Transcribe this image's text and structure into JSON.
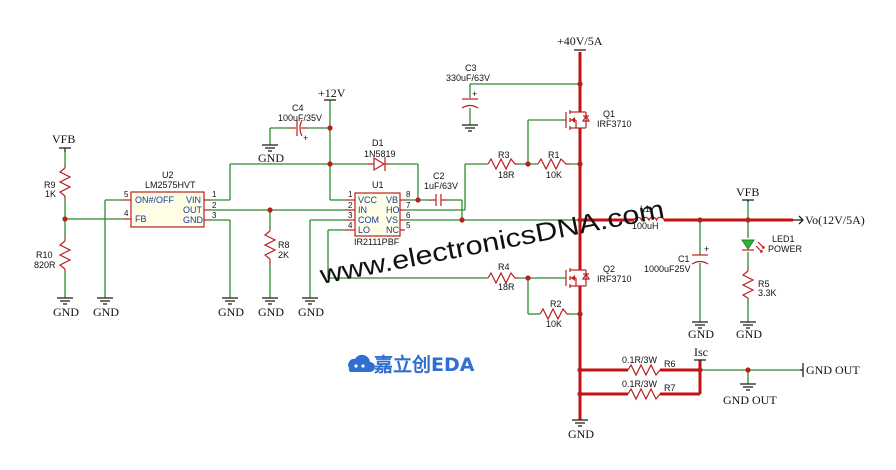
{
  "nets": {
    "vcc40": "+40V/5A",
    "vcc12": "+12V",
    "vfb": "VFB",
    "vfb2": "VFB",
    "vout": "Vo(12V/5A)",
    "isc": "Isc",
    "gnd": "GND",
    "gnd_out": "GND OUT",
    "gnd_out2": "GND OUT"
  },
  "components": {
    "c3": {
      "ref": "C3",
      "value": "330uF/63V"
    },
    "c4": {
      "ref": "C4",
      "value": "100uF/35V"
    },
    "c2": {
      "ref": "C2",
      "value": "1uF/63V"
    },
    "c1": {
      "ref": "C1",
      "value": "1000uF25V"
    },
    "d1": {
      "ref": "D1",
      "value": "1N5819"
    },
    "q1": {
      "ref": "Q1",
      "value": "IRF3710"
    },
    "q2": {
      "ref": "Q2",
      "value": "IRF3710"
    },
    "r1": {
      "ref": "R1",
      "value": "10K"
    },
    "r2": {
      "ref": "R2",
      "value": "10K"
    },
    "r3": {
      "ref": "R3",
      "value": "18R"
    },
    "r4": {
      "ref": "R4",
      "value": "18R"
    },
    "r5": {
      "ref": "R5",
      "value": "3.3K"
    },
    "r6": {
      "ref": "R6",
      "value": "0.1R/3W"
    },
    "r7": {
      "ref": "R7",
      "value": "0.1R/3W"
    },
    "r8": {
      "ref": "R8",
      "value": "2K"
    },
    "r9": {
      "ref": "R9",
      "value": "1K"
    },
    "r10": {
      "ref": "R10",
      "value": "820R"
    },
    "l1": {
      "ref": "L1",
      "value": "100uH"
    },
    "led1": {
      "ref": "LED1",
      "value": "POWER"
    },
    "u1": {
      "ref": "U1",
      "value": "IR2111PBF",
      "pins_left": [
        "VCC",
        "IN",
        "COM",
        "LO"
      ],
      "pins_right": [
        "VB",
        "HO",
        "VS",
        "NC"
      ],
      "nums_left": [
        "1",
        "2",
        "3",
        "4"
      ],
      "nums_right": [
        "8",
        "7",
        "6",
        "5"
      ]
    },
    "u2": {
      "ref": "U2",
      "value": "LM2575HVT",
      "pins_left": [
        "ON#/OFF",
        "FB"
      ],
      "pins_right": [
        "VIN",
        "OUT",
        "GND"
      ],
      "nums_left": [
        "5",
        "4"
      ],
      "nums_right": [
        "1",
        "2",
        "3"
      ]
    }
  },
  "watermark": "www.electronicsDNA.com",
  "logo": "嘉立创EDA"
}
